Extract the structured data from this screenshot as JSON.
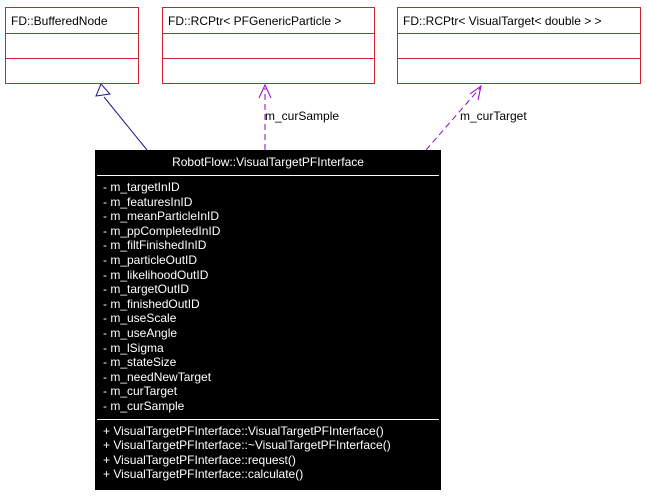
{
  "classes": {
    "buffered_node": "FD::BufferedNode",
    "rcptr_particle": "FD::RCPtr< PFGenericParticle >",
    "rcptr_target": "FD::RCPtr< VisualTarget< double > >"
  },
  "main_class": {
    "name": "RobotFlow::VisualTargetPFInterface",
    "attributes": [
      "- m_targetInID",
      "- m_featuresInID",
      "- m_meanParticleInID",
      "- m_ppCompletedInID",
      "- m_filtFinishedInID",
      "- m_particleOutID",
      "- m_likelihoodOutID",
      "- m_targetOutID",
      "- m_finishedOutID",
      "- m_useScale",
      "- m_useAngle",
      "- m_lSigma",
      "- m_stateSize",
      "- m_needNewTarget",
      "- m_curTarget",
      "- m_curSample"
    ],
    "methods": [
      "+ VisualTargetPFInterface::VisualTargetPFInterface()",
      "+ VisualTargetPFInterface::~VisualTargetPFInterface()",
      "+ VisualTargetPFInterface::request()",
      "+ VisualTargetPFInterface::calculate()"
    ]
  },
  "edge_labels": {
    "cur_sample": "m_curSample",
    "cur_target": "m_curTarget"
  },
  "colors": {
    "box_border": "#cc2233",
    "inheritance": "#1a1a8c",
    "usage": "#9900cc",
    "main_bg": "#000000"
  }
}
